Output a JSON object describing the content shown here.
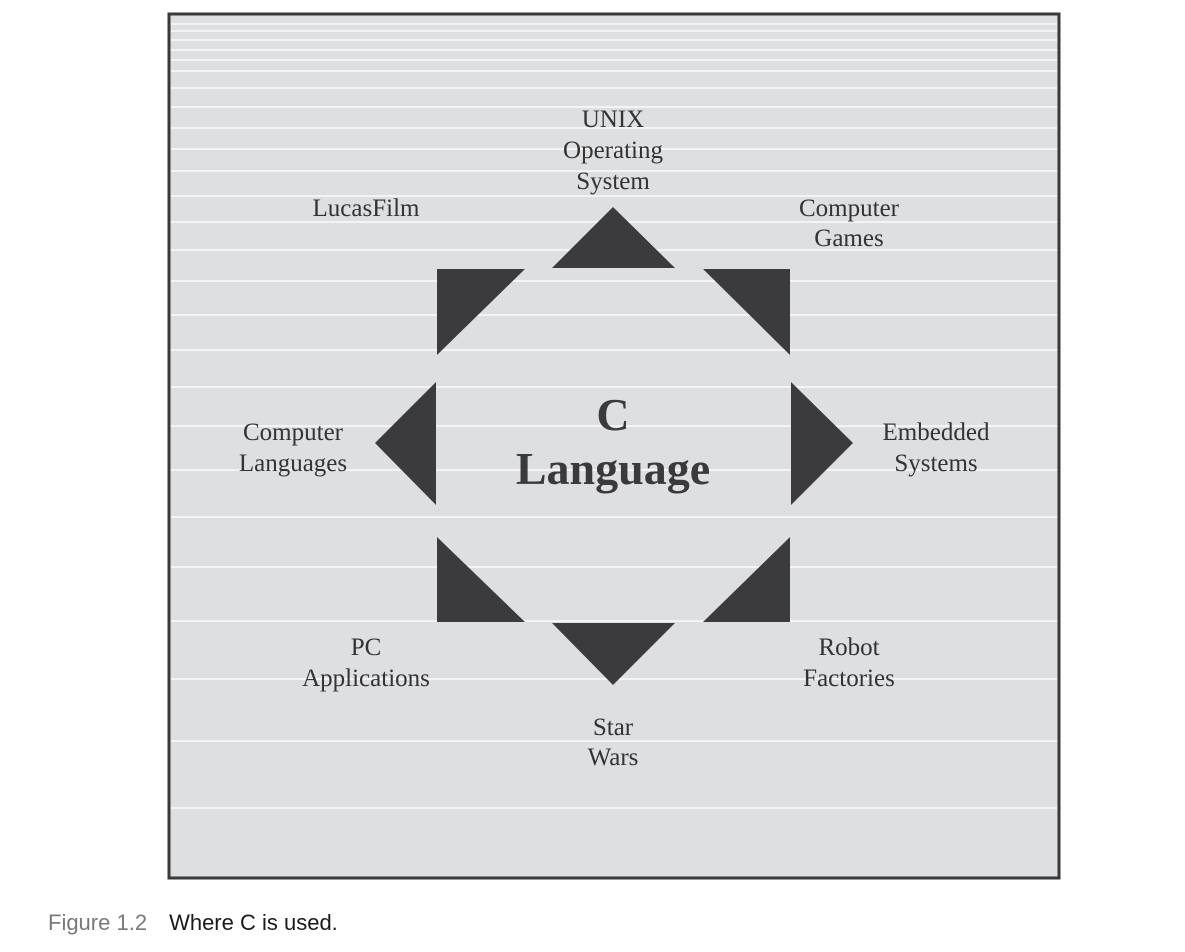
{
  "diagram": {
    "center": {
      "line1": "C",
      "line2": "Language"
    },
    "labels": {
      "top": [
        "UNIX",
        "Operating",
        "System"
      ],
      "top_right": [
        "Computer",
        "Games"
      ],
      "right": [
        "Embedded",
        "Systems"
      ],
      "bottom_right": [
        "Robot",
        "Factories"
      ],
      "bottom": [
        "Star",
        "Wars"
      ],
      "bottom_left": [
        "PC",
        "Applications"
      ],
      "left": [
        "Computer",
        "Languages"
      ],
      "top_left": [
        "LucasFilm"
      ]
    },
    "colors": {
      "panel_background": "#dedfe1",
      "panel_border": "#3a3a3a",
      "stripe_lines": "#f4f4f4",
      "arrow_fill": "#3b3b3d",
      "label_text": "#333333"
    }
  },
  "caption": {
    "number": "Figure 1.2",
    "text": "Where C is used."
  }
}
